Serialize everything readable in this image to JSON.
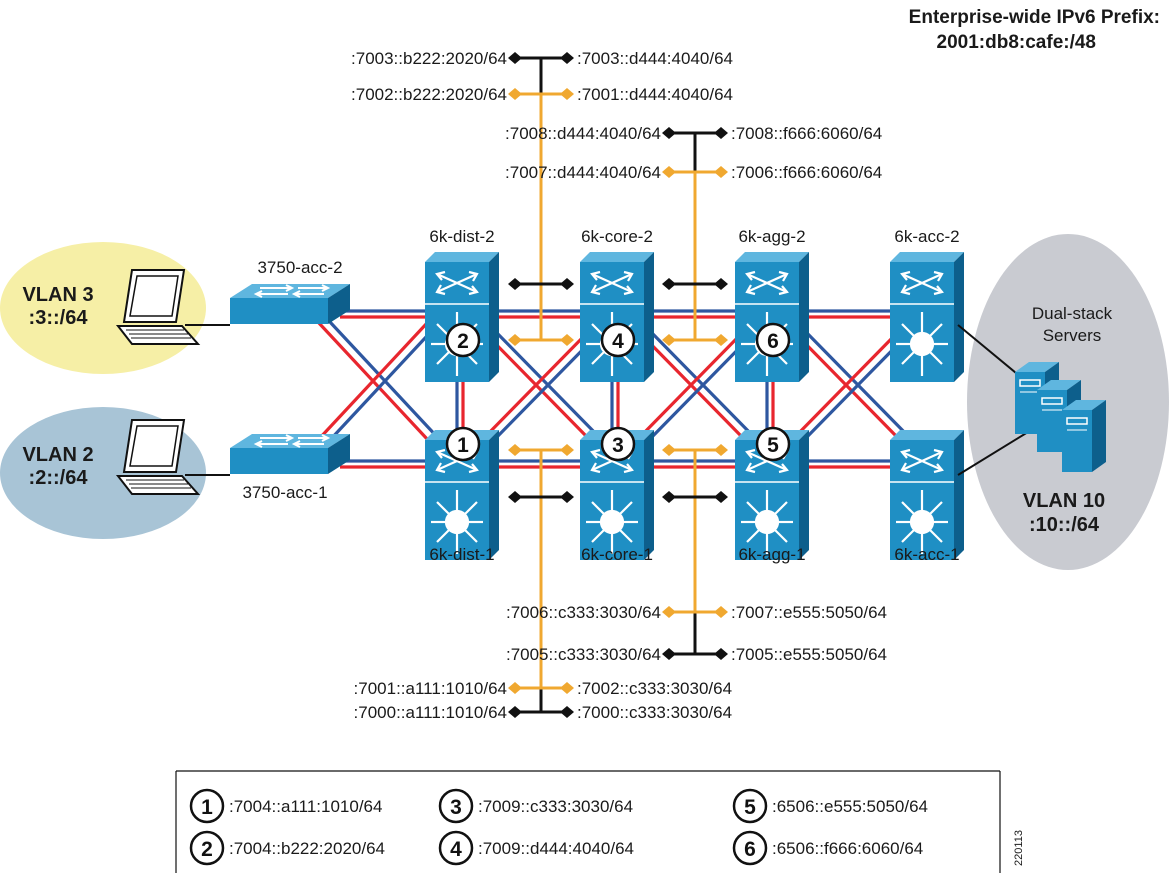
{
  "header": {
    "title_line1": "Enterprise-wide IPv6 Prefix:",
    "title_line2": "2001:db8:cafe:/48"
  },
  "devices": {
    "acc2_3750": "3750-acc-2",
    "acc1_3750": "3750-acc-1",
    "dist2": "6k-dist-2",
    "dist1": "6k-dist-1",
    "core2": "6k-core-2",
    "core1": "6k-core-1",
    "agg2": "6k-agg-2",
    "agg1": "6k-agg-1",
    "acc2": "6k-acc-2",
    "acc1": "6k-acc-1"
  },
  "vlans": {
    "vlan3_name": "VLAN 3",
    "vlan3_prefix": ":3::/64",
    "vlan2_name": "VLAN 2",
    "vlan2_prefix": ":2::/64",
    "servers_line1": "Dual-stack",
    "servers_line2": "Servers",
    "vlan10_name": "VLAN 10",
    "vlan10_prefix": ":10::/64"
  },
  "links": {
    "top_black_left": ":7003::b222:2020/64",
    "top_black_right": ":7003::d444:4040/64",
    "top_orange_left": ":7002::b222:2020/64",
    "top_orange_right": ":7001::d444:4040/64",
    "mid_black_left": ":7008::d444:4040/64",
    "mid_black_right": ":7008::f666:6060/64",
    "mid_orange_left": ":7007::d444:4040/64",
    "mid_orange_right": ":7006::f666:6060/64",
    "low_orange_left": ":7006::c333:3030/64",
    "low_orange_right": ":7007::e555:5050/64",
    "low_black_left": ":7005::c333:3030/64",
    "low_black_right": ":7005::e555:5050/64",
    "bot_orange_left": ":7001::a111:1010/64",
    "bot_orange_right": ":7002::c333:3030/64",
    "bot_black_left": ":7000::a111:1010/64",
    "bot_black_right": ":7000::c333:3030/64"
  },
  "markers": {
    "n1": "1",
    "n2": "2",
    "n3": "3",
    "n4": "4",
    "n5": "5",
    "n6": "6"
  },
  "legend": {
    "k1": ":7004::a111:1010/64",
    "k2": ":7004::b222:2020/64",
    "k3": ":7009::c333:3030/64",
    "k4": ":7009::d444:4040/64",
    "k5": ":6506::e555:5050/64",
    "k6": ":6506::f666:6060/64"
  },
  "figure_id": "220113",
  "colors": {
    "switch_face": "#1f8fc4",
    "switch_dark": "#0d5f8c",
    "red_link": "#e8262e",
    "blue_link": "#2e57a0",
    "orange_link": "#f0a830",
    "vlan3_bg": "#f6efa6",
    "vlan2_bg": "#a8c4d6",
    "servers_bg": "#c9cbd1"
  }
}
